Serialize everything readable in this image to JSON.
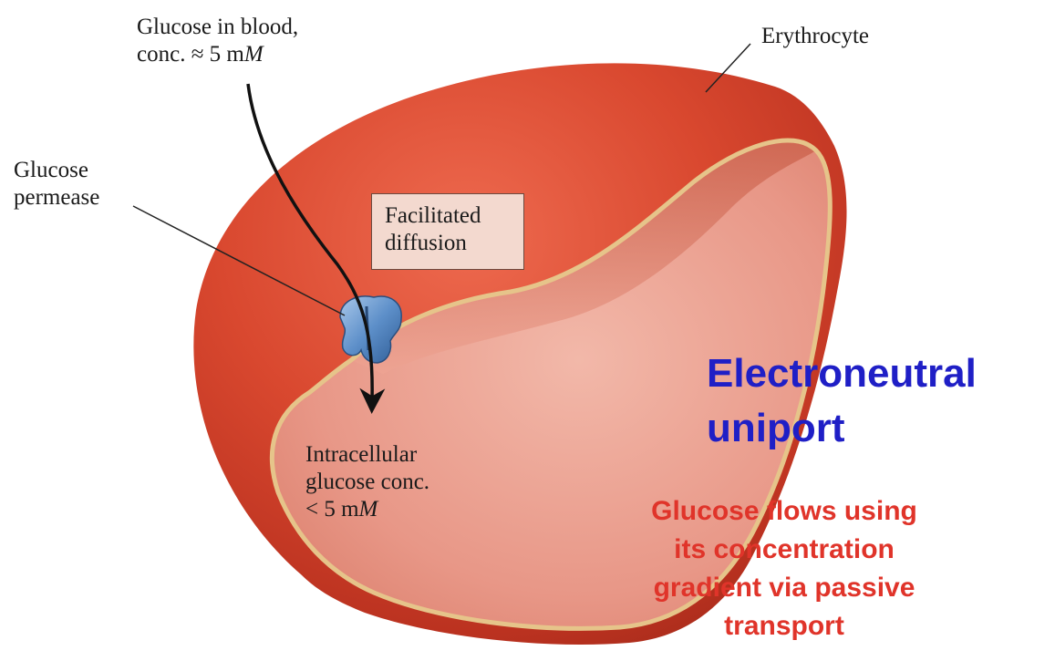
{
  "labels": {
    "blood_line1": "Glucose in blood,",
    "blood_line2_prefix": "conc. ≈ 5 m",
    "blood_line2_unit": "M",
    "erythrocyte": "Erythrocyte",
    "permease_line1": "Glucose",
    "permease_line2": "permease",
    "box_line1": "Facilitated",
    "box_line2": "diffusion",
    "intra_line1": "Intracellular",
    "intra_line2": "glucose conc.",
    "intra_line3_prefix": "< 5 m",
    "intra_line3_unit": "M"
  },
  "headline": {
    "line1": "Electroneutral",
    "line2": "uniport"
  },
  "description": {
    "line1": "Glucose flows using",
    "line2": "its concentration",
    "line3": "gradient via passive",
    "line4": "transport"
  },
  "colors": {
    "headline": "#1f1fc6",
    "description": "#e0342a",
    "cell_outer": "#d6452f",
    "cell_inner": "#e8998a",
    "rim": "#e6c48a",
    "permease": "#5d8fc9"
  }
}
